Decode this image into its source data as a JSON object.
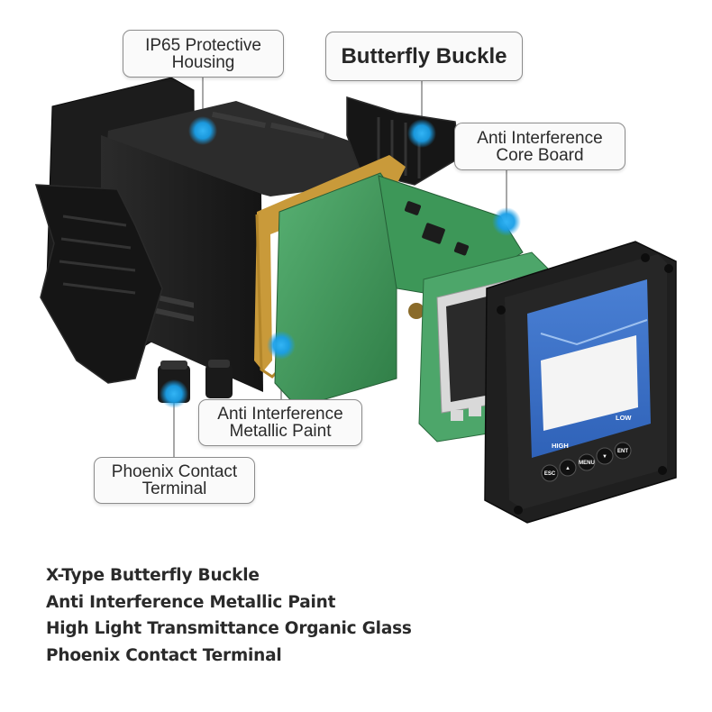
{
  "callouts": {
    "housing": {
      "line1": "IP65 Protective",
      "line2": "Housing"
    },
    "buckle": {
      "line1": "Butterfly Buckle"
    },
    "core_board": {
      "line1": "Anti Interference",
      "line2": "Core Board"
    },
    "metallic_paint": {
      "line1": "Anti Interference",
      "line2": "Metallic Paint"
    },
    "phoenix": {
      "line1": "Phoenix Contact",
      "line2": "Terminal"
    }
  },
  "device": {
    "screen_labels": {
      "high": "HIGH",
      "low": "LOW"
    },
    "keys": [
      "ESC",
      "▲",
      "MENU",
      "▼",
      "ENT"
    ]
  },
  "features": [
    "X-Type Butterfly Buckle",
    "Anti Interference Metallic Paint",
    "High Light Transmittance Organic Glass",
    "Phoenix Contact Terminal"
  ],
  "colors": {
    "marker": "#1aa0e8",
    "housing": "#1e1e1e",
    "pcb": "#3f9a5a",
    "metal_frame": "#c99a3a",
    "screen_panel": "#3e75c8"
  }
}
